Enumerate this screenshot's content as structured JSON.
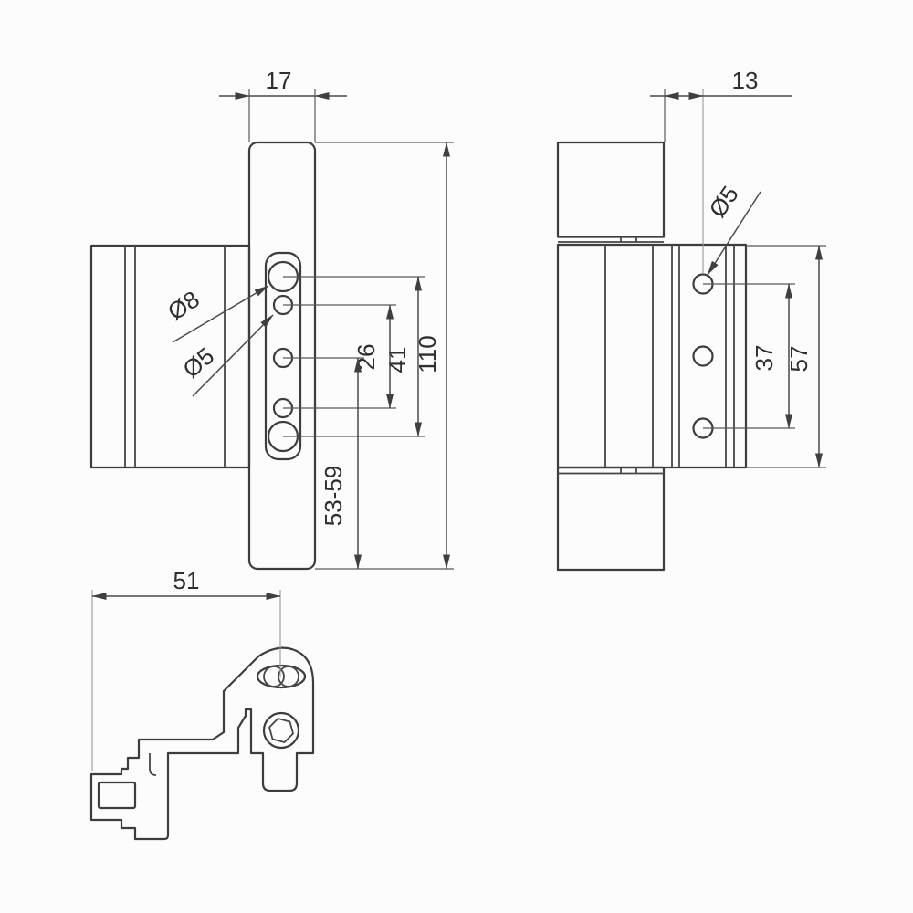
{
  "drawing_type": "hinge technical drawing, three orthographic views",
  "colors": {
    "background": "#fcfcfc",
    "outline": "#3d3d3d",
    "dimension_lines": "#4a4a4a",
    "text": "#2e2e2e"
  },
  "views": {
    "front": {
      "dimensions": {
        "leaf_width": "17",
        "total_height": "110",
        "inner_hole_spacing": "26",
        "outer_hole_spacing": "41",
        "bottom_adjust_range": "53-59"
      },
      "hole_labels": {
        "large": "Ø8",
        "small": "Ø5"
      }
    },
    "side": {
      "dimensions": {
        "hole_offset": "13",
        "hole_spacing": "37",
        "body_height": "57"
      },
      "hole_labels": {
        "small": "Ø5"
      }
    },
    "top": {
      "dimensions": {
        "bracket_width": "51"
      }
    }
  }
}
